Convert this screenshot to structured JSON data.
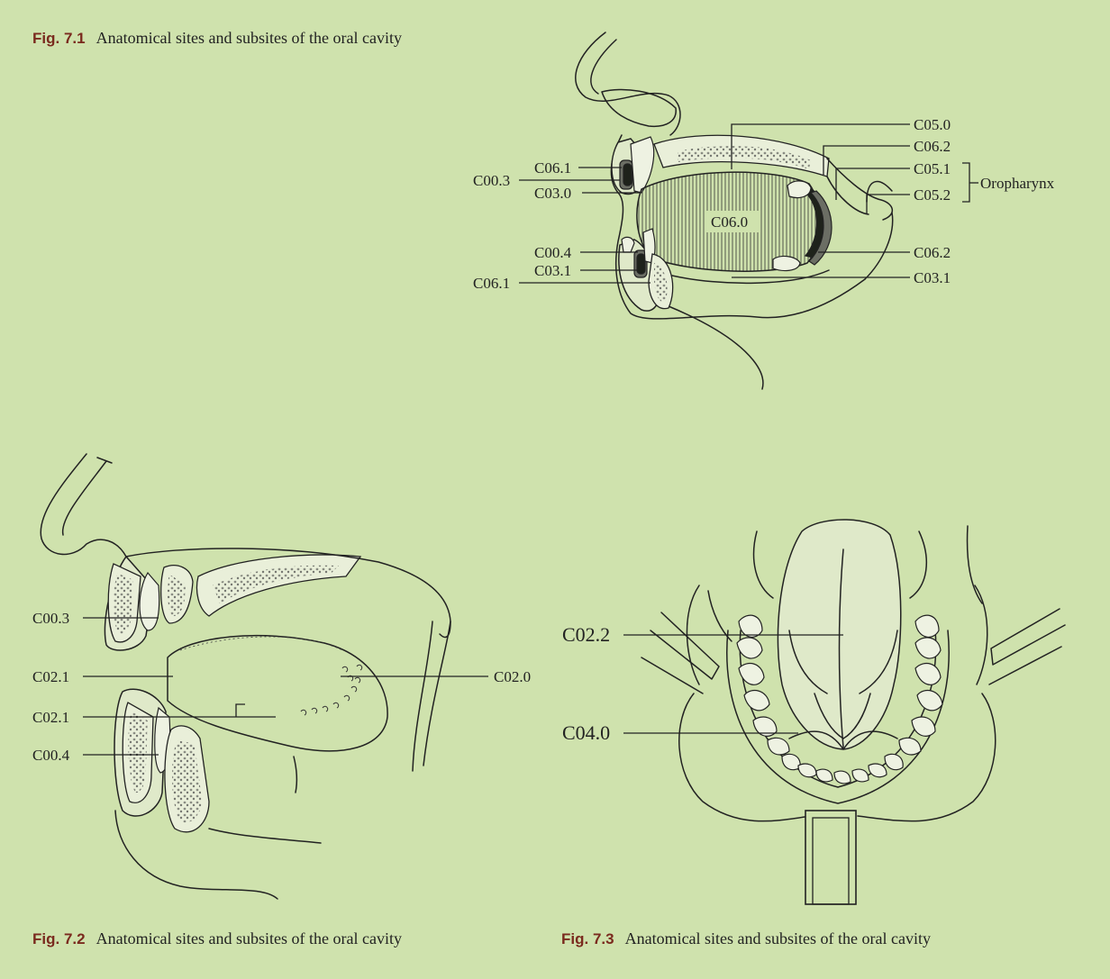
{
  "figures": [
    {
      "number": "Fig. 7.1",
      "caption": "Anatomical sites and subsites of the oral cavity",
      "labels": {
        "left": [
          "C06.1",
          "C00.3",
          "C03.0",
          "C00.4",
          "C03.1",
          "C06.1"
        ],
        "right": [
          "C05.0",
          "C06.2",
          "C05.1",
          "C05.2",
          "C06.2",
          "C03.1"
        ],
        "center": "C06.0",
        "group": "Oropharynx"
      }
    },
    {
      "number": "Fig. 7.2",
      "caption": "Anatomical sites and subsites of the oral cavity",
      "labels": {
        "left": [
          "C00.3",
          "C02.1",
          "C02.1",
          "C00.4"
        ],
        "right": [
          "C02.0"
        ]
      }
    },
    {
      "number": "Fig. 7.3",
      "caption": "Anatomical sites and subsites of the oral cavity",
      "labels": {
        "left": [
          "C02.2",
          "C04.0"
        ]
      }
    }
  ],
  "colors": {
    "background": "#cfe2ad",
    "figure_number": "#7a2a1e"
  }
}
